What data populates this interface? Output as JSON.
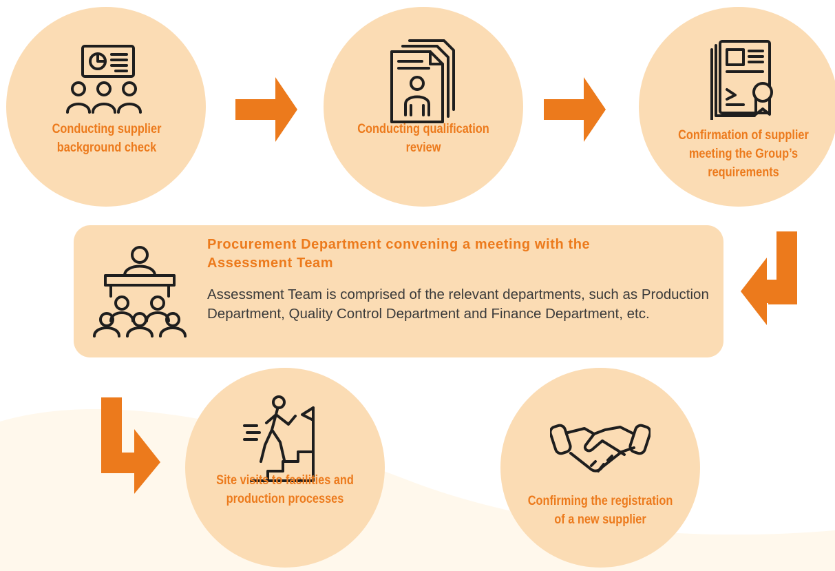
{
  "steps": [
    {
      "label": "Conducting supplier background check",
      "icon": "presentation-team-icon"
    },
    {
      "label": "Conducting qualification review",
      "icon": "resume-documents-icon"
    },
    {
      "label": "Confirmation of supplier meeting the Group’s requirements",
      "icon": "certificate-icon"
    }
  ],
  "meeting": {
    "title": "Procurement Department convening a meeting with the Assessment Team",
    "body": "Assessment Team is comprised of the relevant departments, such as Production Department, Quality Control Department and Finance Department, etc.",
    "icon": "meeting-audience-icon"
  },
  "final_steps": [
    {
      "label": "Site visits to facilities and production processes",
      "icon": "climbing-stairs-flag-icon"
    },
    {
      "label": "Confirming the registration of a new supplier",
      "icon": "handshake-icon"
    }
  ],
  "colors": {
    "accent": "#ec7a1c",
    "fill": "#fbdcb4",
    "line": "#1e1e1e",
    "text": "#3a3a3a"
  }
}
